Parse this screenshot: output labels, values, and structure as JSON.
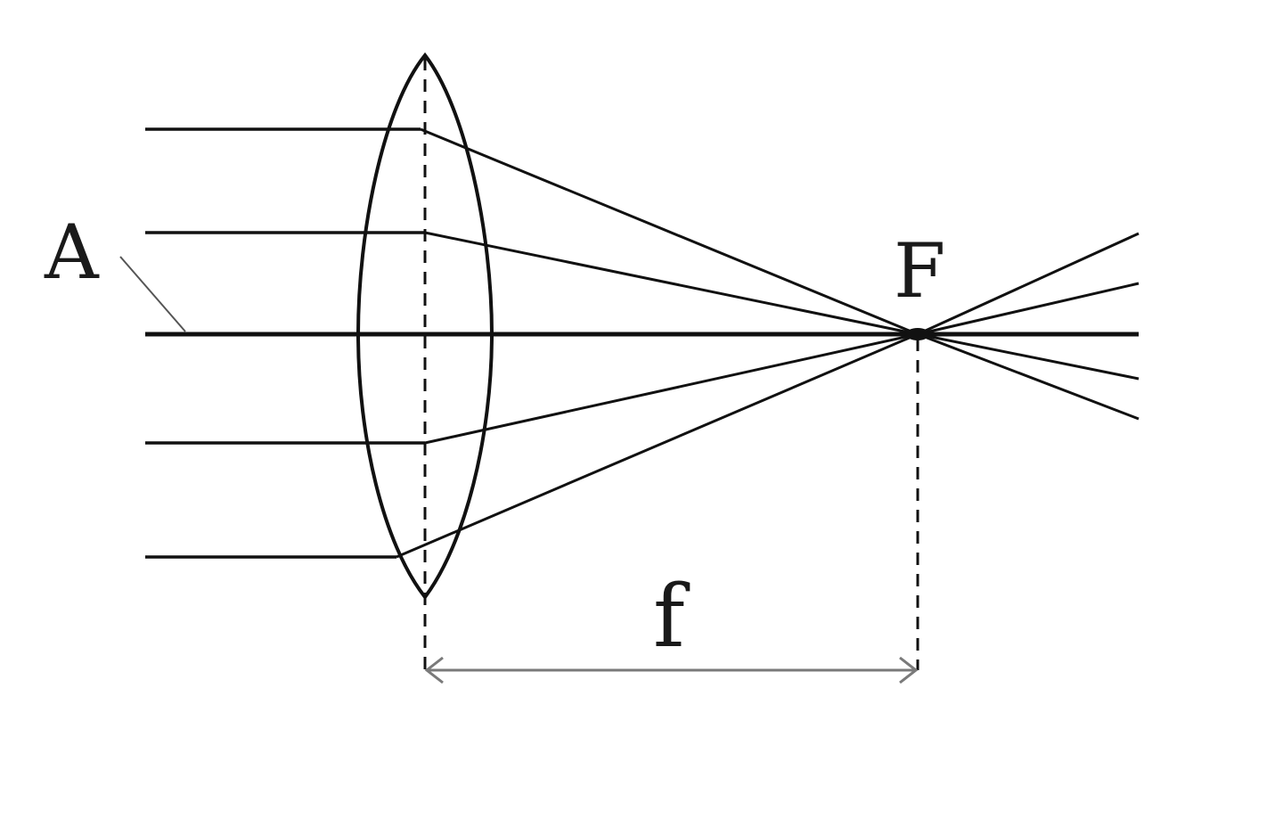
{
  "diagram": {
    "type": "converging-lens-ray-diagram",
    "labels": {
      "axis_label": "A",
      "focal_point_label": "F",
      "focal_length_label": "f"
    },
    "colors": {
      "ink": "#111111",
      "dim_line": "#7a7a7a",
      "background": "#ffffff"
    },
    "incoming_ray_count": 5
  }
}
